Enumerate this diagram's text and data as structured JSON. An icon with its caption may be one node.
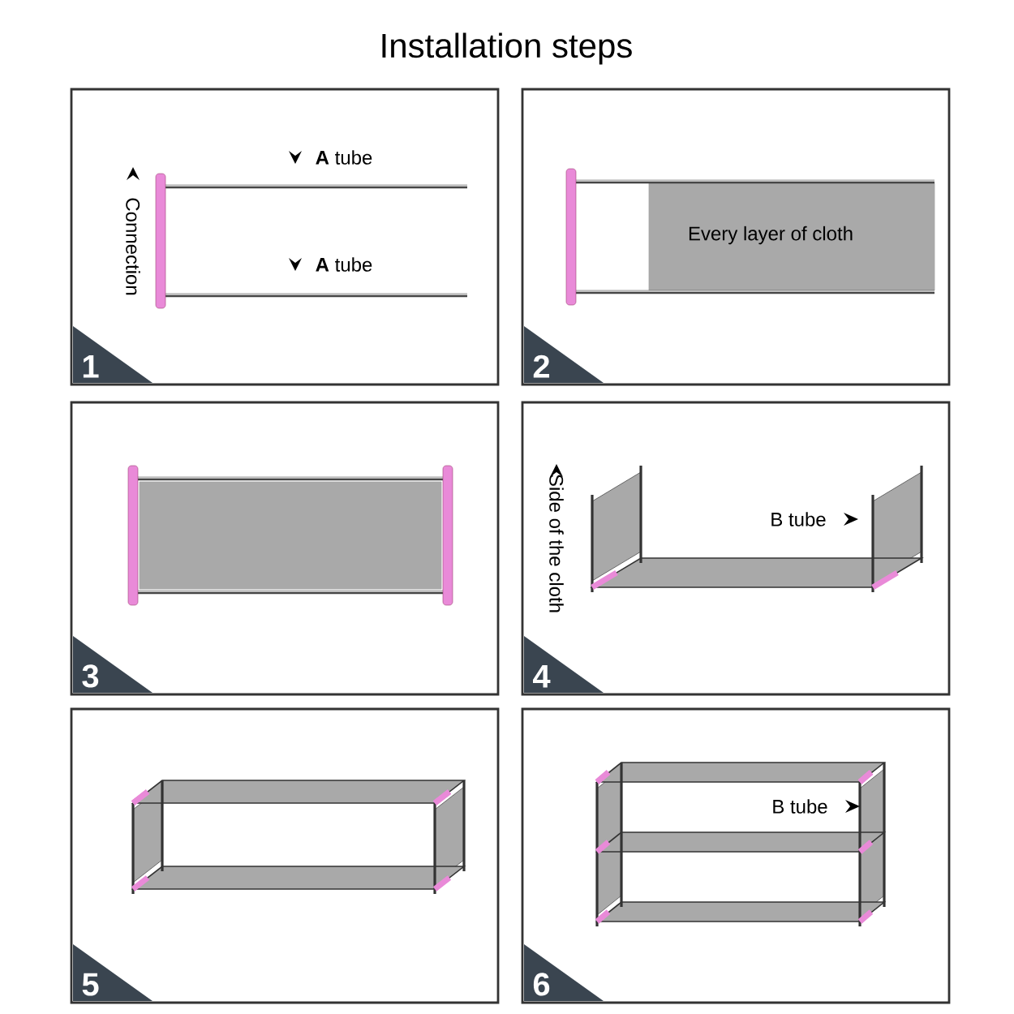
{
  "diagram": {
    "title": "Installation steps",
    "nodes": [
      {
        "text": [
          "1",
          "**A** tube",
          "**A** tube",
          "Connection"
        ]
      },
      {
        "text": [
          "2",
          "Every layer of cloth"
        ]
      },
      {
        "text": [
          "3"
        ]
      },
      {
        "text": [
          "4",
          "Side of the cloth",
          "B tube"
        ]
      },
      {
        "text": [
          "5"
        ]
      },
      {
        "text": [
          "6",
          "B tube"
        ]
      }
    ]
  }
}
